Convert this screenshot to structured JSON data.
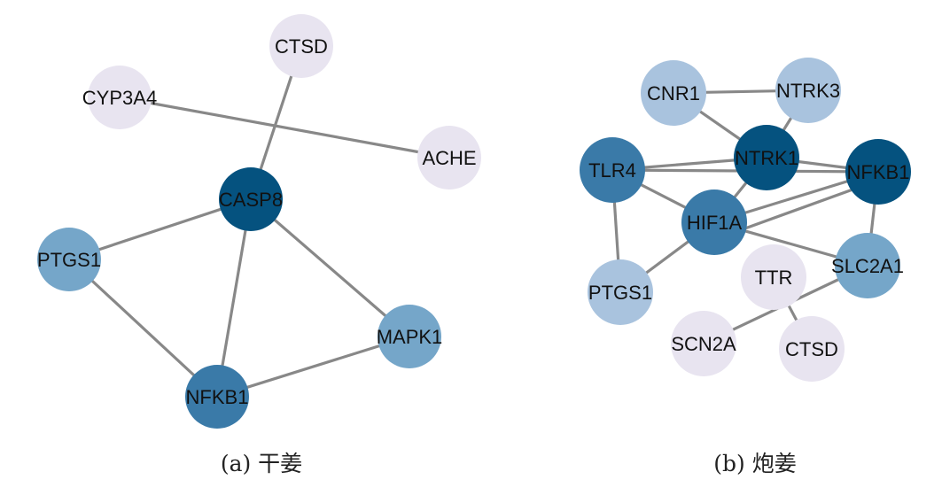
{
  "palette": {
    "level1": "#e8e4f0",
    "level2": "#a9c3de",
    "level3": "#75a6c9",
    "level4": "#3a7aa8",
    "level5": "#05527f",
    "edge": "#888888"
  },
  "panels": [
    {
      "id": "a",
      "caption": "(a) 干姜",
      "nodes": [
        {
          "id": "CTSD",
          "label": "CTSD",
          "level": "level1"
        },
        {
          "id": "CYP3A4",
          "label": "CYP3A4",
          "level": "level1"
        },
        {
          "id": "ACHE",
          "label": "ACHE",
          "level": "level1"
        },
        {
          "id": "CASP8",
          "label": "CASP8",
          "level": "level5"
        },
        {
          "id": "PTGS1",
          "label": "PTGS1",
          "level": "level3"
        },
        {
          "id": "MAPK1",
          "label": "MAPK1",
          "level": "level3"
        },
        {
          "id": "NFKB1",
          "label": "NFKB1",
          "level": "level4"
        }
      ],
      "edges": [
        [
          "CTSD",
          "CASP8"
        ],
        [
          "CYP3A4",
          "ACHE"
        ],
        [
          "CASP8",
          "PTGS1"
        ],
        [
          "CASP8",
          "NFKB1"
        ],
        [
          "CASP8",
          "MAPK1"
        ],
        [
          "PTGS1",
          "NFKB1"
        ],
        [
          "NFKB1",
          "MAPK1"
        ]
      ]
    },
    {
      "id": "b",
      "caption": "(b) 炮姜",
      "nodes": [
        {
          "id": "CNR1",
          "label": "CNR1",
          "level": "level2"
        },
        {
          "id": "NTRK3",
          "label": "NTRK3",
          "level": "level2"
        },
        {
          "id": "NTRK1",
          "label": "NTRK1",
          "level": "level5"
        },
        {
          "id": "TLR4",
          "label": "TLR4",
          "level": "level4"
        },
        {
          "id": "NFKB1",
          "label": "NFKB1",
          "level": "level5"
        },
        {
          "id": "HIF1A",
          "label": "HIF1A",
          "level": "level4"
        },
        {
          "id": "SLC2A1",
          "label": "SLC2A1",
          "level": "level3"
        },
        {
          "id": "PTGS1",
          "label": "PTGS1",
          "level": "level2"
        },
        {
          "id": "TTR",
          "label": "TTR",
          "level": "level1"
        },
        {
          "id": "SCN2A",
          "label": "SCN2A",
          "level": "level1"
        },
        {
          "id": "CTSD",
          "label": "CTSD",
          "level": "level1"
        }
      ],
      "edges": [
        [
          "CNR1",
          "NTRK3"
        ],
        [
          "CNR1",
          "NTRK1"
        ],
        [
          "NTRK3",
          "NTRK1"
        ],
        [
          "TLR4",
          "NTRK1"
        ],
        [
          "TLR4",
          "NFKB1"
        ],
        [
          "NTRK1",
          "NFKB1"
        ],
        [
          "TLR4",
          "HIF1A"
        ],
        [
          "TLR4",
          "PTGS1"
        ],
        [
          "NTRK1",
          "HIF1A"
        ],
        [
          "HIF1A",
          "NFKB1"
        ],
        [
          "HIF1A",
          "NFKB1"
        ],
        [
          "HIF1A",
          "SLC2A1"
        ],
        [
          "HIF1A",
          "PTGS1"
        ],
        [
          "NFKB1",
          "SLC2A1"
        ],
        [
          "SLC2A1",
          "SCN2A"
        ],
        [
          "TTR",
          "CTSD"
        ]
      ]
    }
  ]
}
